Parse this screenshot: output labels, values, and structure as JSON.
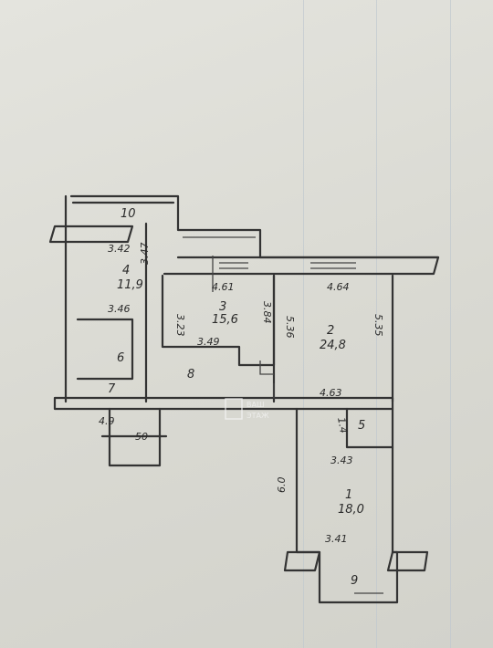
{
  "rooms": [
    {
      "id": "10",
      "label": "10"
    },
    {
      "id": "4",
      "label": "4",
      "area": "11,9"
    },
    {
      "id": "3",
      "label": "3",
      "area": "15,6"
    },
    {
      "id": "2",
      "label": "2",
      "area": "24,8"
    },
    {
      "id": "8",
      "label": "8"
    },
    {
      "id": "6",
      "label": "6"
    },
    {
      "id": "7",
      "label": "7"
    },
    {
      "id": "5",
      "label": "5"
    },
    {
      "id": "1",
      "label": "1",
      "area": "18,0"
    },
    {
      "id": "9",
      "label": "9"
    }
  ],
  "dimensions": [
    "3.42",
    "3.47",
    "4.61",
    "4.64",
    "3.46",
    "3.23",
    "3.84",
    "5.36",
    "5.35",
    "3.49",
    "4.63",
    "1.4",
    "3.43",
    "6.0",
    "3.41",
    "4.9",
    "50"
  ],
  "watermark": {
    "line1": "ВАШ",
    "line2": "ЭТАЖ"
  },
  "colors": {
    "paper": "#dcdcd6",
    "ink": "#333333",
    "grid": "#bfc8cf"
  }
}
